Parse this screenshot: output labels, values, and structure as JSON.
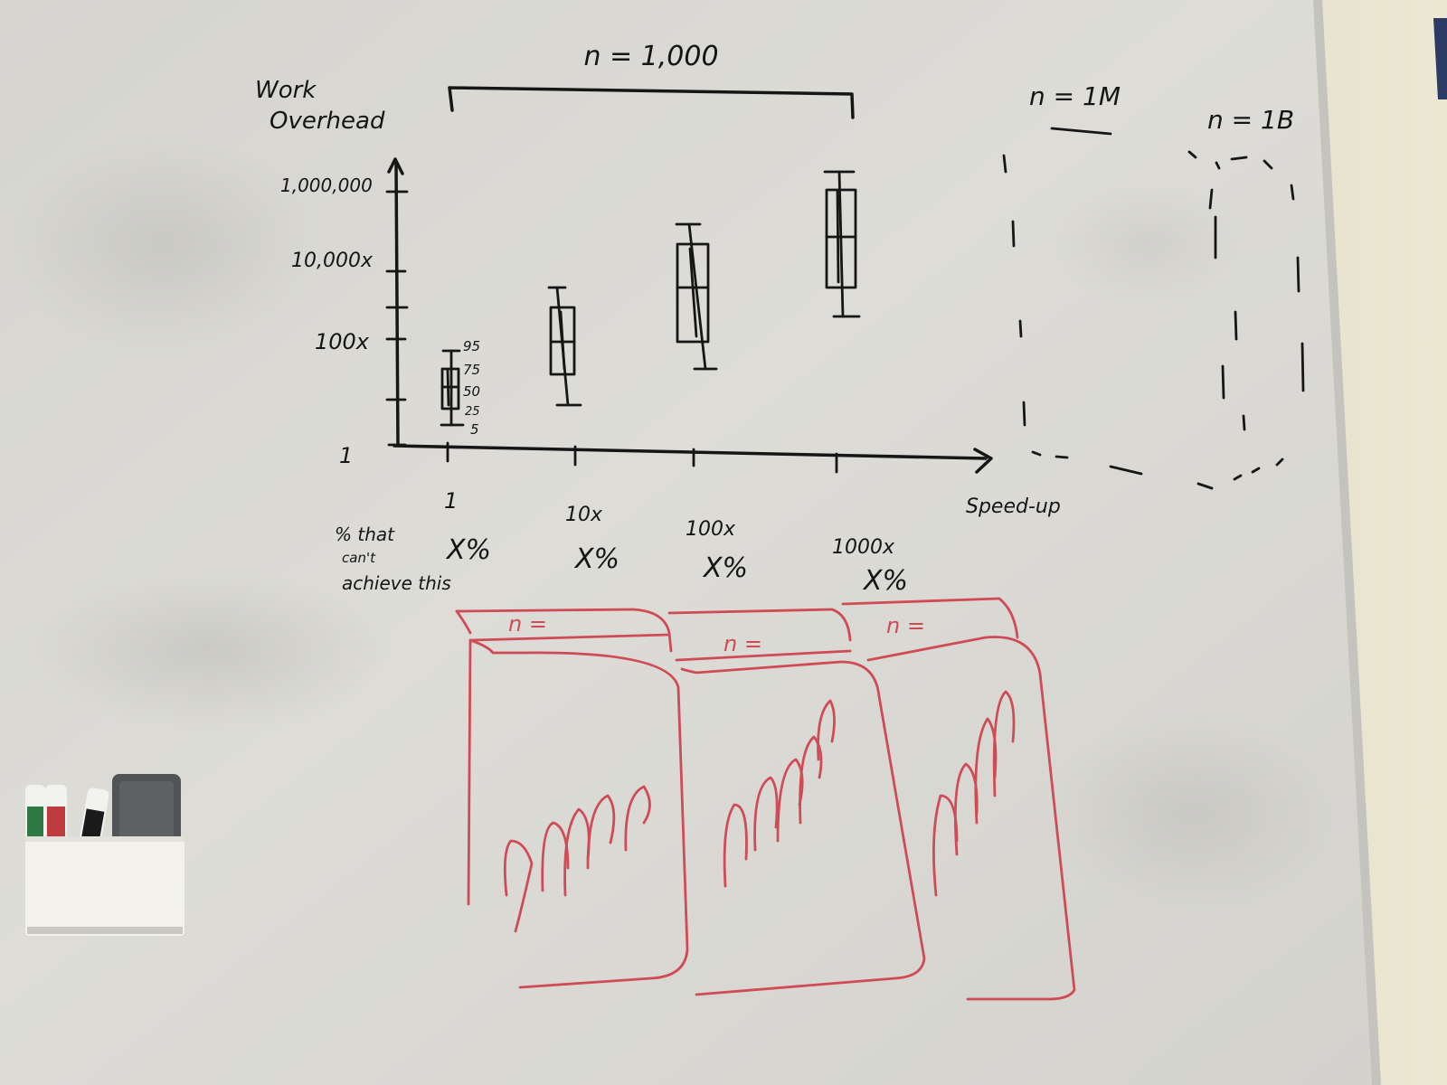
{
  "whiteboard": {
    "header_label": "n = 1,000",
    "y_axis_title_line1": "Work",
    "y_axis_title_line2": "Overhead",
    "y_ticks": [
      "1,000,000",
      "10,000x",
      "100x",
      "1"
    ],
    "percentile_labels": [
      "95",
      "75",
      "50",
      "25",
      "5"
    ],
    "x_axis_title": "Speed-up",
    "x_ticks": [
      "1",
      "10x",
      "100x",
      "1000x"
    ],
    "row_caption_line1": "% that",
    "row_caption_line2": "can't",
    "row_caption_line3": "achieve this",
    "percent_cells": [
      "X%",
      "X%",
      "X%",
      "X%"
    ],
    "right_labels": [
      "n = 1M",
      "n = 1B"
    ],
    "red_panel_labels": [
      "n =",
      "n =",
      "n ="
    ]
  },
  "colors": {
    "board": "#d9d8d3",
    "ink_black": "#161616",
    "ink_red": "#cf4b55"
  },
  "chart_data": {
    "type": "box",
    "title": "n = 1,000",
    "xlabel": "Speed-up",
    "ylabel": "Work Overhead",
    "categories": [
      "1",
      "10x",
      "100x",
      "1000x"
    ],
    "y_scale": "log",
    "y_tick_labels": [
      "1",
      "100x",
      "10,000x",
      "1,000,000"
    ],
    "percentiles_marked": [
      5,
      25,
      50,
      75,
      95
    ]
  }
}
